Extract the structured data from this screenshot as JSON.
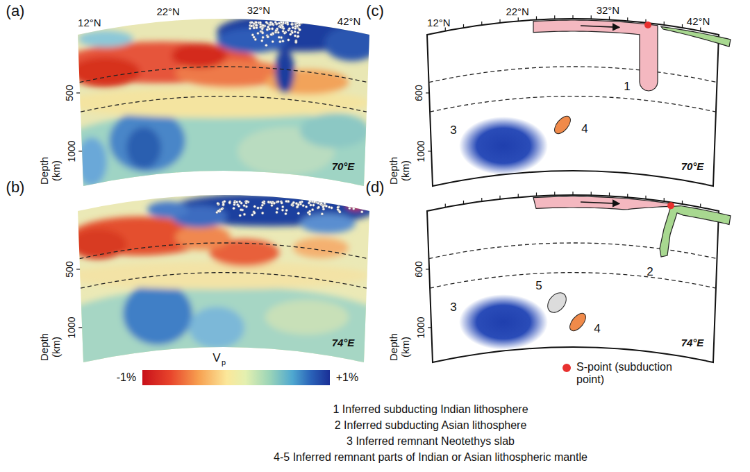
{
  "diagram": {
    "labels": [
      "(a)",
      "12°N",
      "22°N",
      "32°N",
      "42°N",
      "500",
      "1000",
      "Depth (km)",
      "70°E",
      "(b)",
      "500",
      "1000",
      "Depth (km)",
      "74°E",
      "V",
      "p",
      "-1%",
      "+1%",
      "(c)",
      "12°N",
      "22°N",
      "32°N",
      "42°N",
      "1",
      "3",
      "4",
      "600",
      "1000",
      "Depth (km)",
      "70°E",
      "(d)",
      "2",
      "5",
      "3",
      "4",
      "600",
      "1000",
      "Depth (km)",
      "74°E",
      "1 Inferred subducting Indian lithosphere",
      "2 Inferred subducting Asian lithosphere",
      "3 Inferred remnant Neotethys slab",
      "4-5 Inferred remnant parts of Indian or Asian lithospheric mantle"
    ],
    "legend": [
      {
        "text": "S-point (subduction point)",
        "color": "#e8312f"
      }
    ]
  }
}
